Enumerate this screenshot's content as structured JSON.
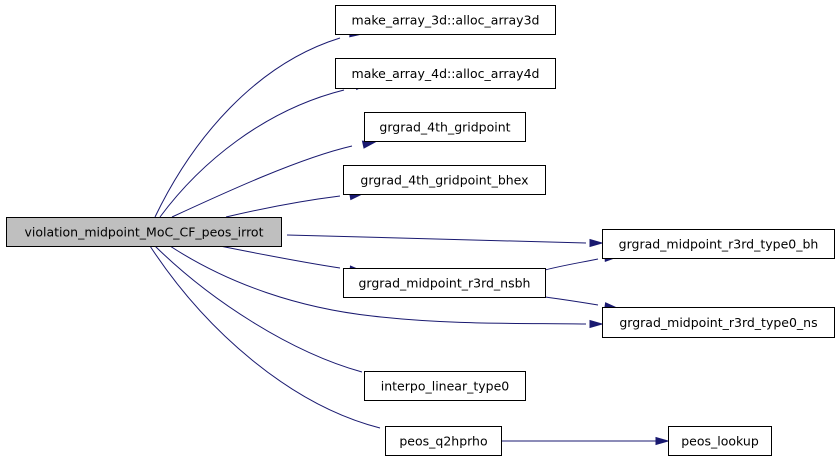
{
  "diagram": {
    "nodes": [
      {
        "id": "root",
        "label": "violation_midpoint_MoC_CF_peos_irrot",
        "highlighted": true
      },
      {
        "id": "alloc3d",
        "label": "make_array_3d::alloc_array3d"
      },
      {
        "id": "alloc4d",
        "label": "make_array_4d::alloc_array4d"
      },
      {
        "id": "grgrad4",
        "label": "grgrad_4th_gridpoint"
      },
      {
        "id": "grgrad4bhex",
        "label": "grgrad_4th_gridpoint_bhex"
      },
      {
        "id": "r3rd_bh",
        "label": "grgrad_midpoint_r3rd_type0_bh"
      },
      {
        "id": "r3rd_nsbh",
        "label": "grgrad_midpoint_r3rd_nsbh"
      },
      {
        "id": "r3rd_ns",
        "label": "grgrad_midpoint_r3rd_type0_ns"
      },
      {
        "id": "interpo",
        "label": "interpo_linear_type0"
      },
      {
        "id": "peos_q2hprho",
        "label": "peos_q2hprho"
      },
      {
        "id": "peos_lookup",
        "label": "peos_lookup"
      }
    ],
    "edges": [
      {
        "from": "root",
        "to": "alloc3d"
      },
      {
        "from": "root",
        "to": "alloc4d"
      },
      {
        "from": "root",
        "to": "grgrad4"
      },
      {
        "from": "root",
        "to": "grgrad4bhex"
      },
      {
        "from": "root",
        "to": "r3rd_bh"
      },
      {
        "from": "root",
        "to": "r3rd_nsbh"
      },
      {
        "from": "root",
        "to": "r3rd_ns"
      },
      {
        "from": "root",
        "to": "interpo"
      },
      {
        "from": "root",
        "to": "peos_q2hprho"
      },
      {
        "from": "r3rd_nsbh",
        "to": "r3rd_bh"
      },
      {
        "from": "r3rd_nsbh",
        "to": "r3rd_ns"
      },
      {
        "from": "peos_q2hprho",
        "to": "peos_lookup"
      }
    ],
    "colors": {
      "edge": "#191970",
      "node_fill": "#ffffff",
      "highlight_fill": "#bfbfbf",
      "node_border": "#000000"
    }
  }
}
